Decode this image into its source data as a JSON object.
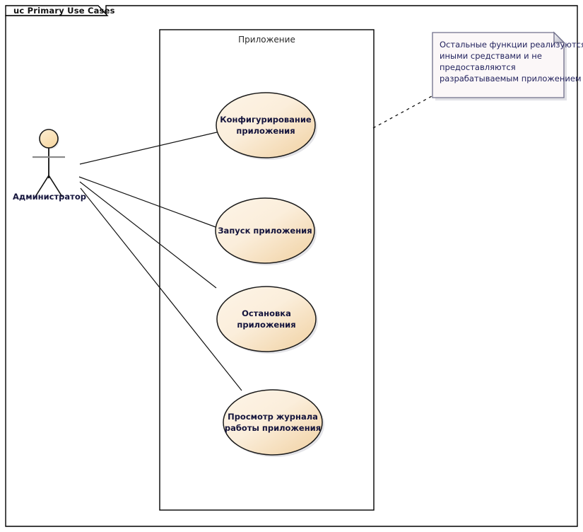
{
  "diagram": {
    "frame_title": "uc Primary Use Cases",
    "boundary_label": "Приложение",
    "actor": {
      "name": "Администратор"
    },
    "use_cases": [
      {
        "id": "configure",
        "lines": [
          "Конфигурирование",
          "приложения"
        ]
      },
      {
        "id": "start",
        "lines": [
          "Запуск приложения"
        ]
      },
      {
        "id": "stop",
        "lines": [
          "Остановка",
          "приложения"
        ]
      },
      {
        "id": "view-log",
        "lines": [
          "Просмотр журнала",
          "работы приложения"
        ]
      }
    ],
    "note": {
      "lines": [
        "Остальные функции реализуются",
        "иными средствами и не",
        "предоставляются",
        "разрабатываемым приложением"
      ]
    },
    "colors": {
      "usecase_fill_light": "#fbf0df",
      "usecase_fill_dark": "#f3d6aa",
      "usecase_stroke": "#1a1a1a",
      "actor_head_fill": "#fbe0b4",
      "note_fill": "#fbf7f8",
      "note_stroke": "#6f6f8a",
      "note_fold_fill": "#c9c9d4",
      "line_stroke": "#111111",
      "frame_stroke": "#000000",
      "background": "#ffffff"
    }
  }
}
